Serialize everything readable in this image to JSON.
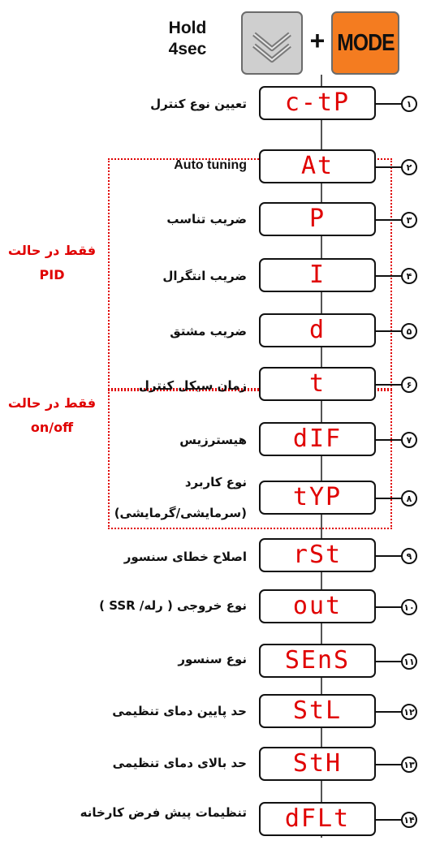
{
  "header": {
    "hold_text": "Hold 4sec",
    "down_key_icon": "double-chevron-down-icon",
    "plus": "+",
    "mode_label": "MODE"
  },
  "steps": [
    {
      "num": "۱",
      "code": "c-tP",
      "label": "تعیین نوع کنترل"
    },
    {
      "num": "۲",
      "code": "At",
      "label": "Auto tuning"
    },
    {
      "num": "۳",
      "code": "P",
      "label": "ضریب تناسب"
    },
    {
      "num": "۴",
      "code": "I",
      "label": "ضریب انتگرال"
    },
    {
      "num": "۵",
      "code": "d",
      "label": "ضریب مشتق"
    },
    {
      "num": "۶",
      "code": "t",
      "label": "زمان سیکل کنترل"
    },
    {
      "num": "۷",
      "code": "dIF",
      "label": "هیسترزیس"
    },
    {
      "num": "۸",
      "code": "tYP",
      "label": "نوع کاربرد",
      "label2": "(سرمایشی/گرمایشی)"
    },
    {
      "num": "۹",
      "code": "rSt",
      "label": "اصلاح خطای سنسور"
    },
    {
      "num": "۱۰",
      "code": "out",
      "label": "نوع خروجی ( رله/ SSR )"
    },
    {
      "num": "۱۱",
      "code": "SEnS",
      "label": "نوع سنسور"
    },
    {
      "num": "۱۲",
      "code": "StL",
      "label": "حد پایین دمای تنظیمی"
    },
    {
      "num": "۱۳",
      "code": "StH",
      "label": "حد بالای دمای تنظیمی"
    },
    {
      "num": "۱۴",
      "code": "dFLt",
      "label": "تنظیمات پیش فرض کارخانه"
    }
  ],
  "side_notes": {
    "pid_line1": "فقط در حالت",
    "pid_line2": "PID",
    "onoff_line1": "فقط در حالت",
    "onoff_line2": "on/off"
  },
  "colors": {
    "accent": "#e00000",
    "mode_key": "#f47c20",
    "down_key": "#cfcfcf"
  }
}
